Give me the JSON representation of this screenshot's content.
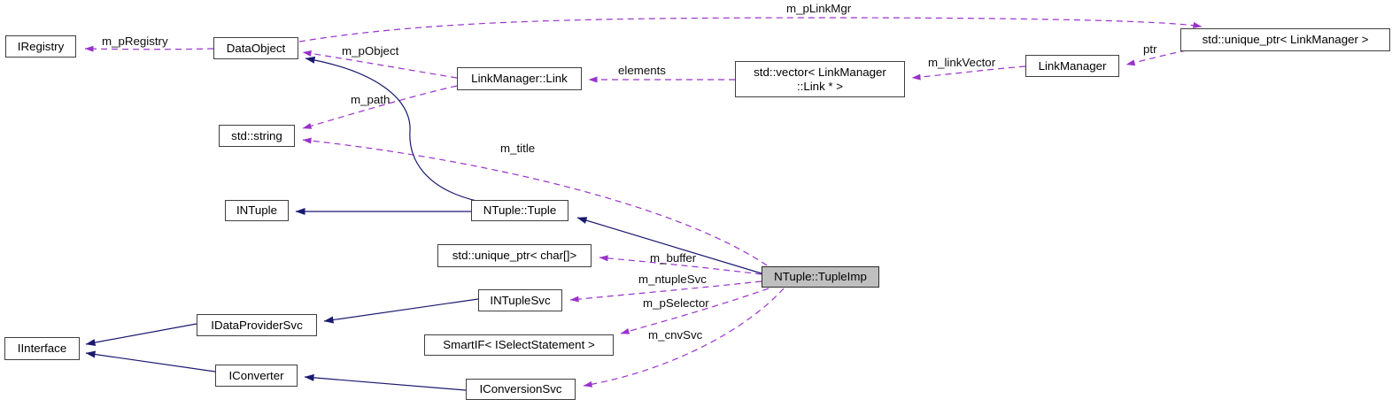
{
  "diagram": {
    "nodes": {
      "iregistry": {
        "label": "IRegistry"
      },
      "dataobject": {
        "label": "DataObject"
      },
      "linkmanager_link": {
        "label": "LinkManager::Link"
      },
      "vector_links": {
        "line1": "std::vector< LinkManager",
        "line2": "::Link * >"
      },
      "linkmanager": {
        "label": "LinkManager"
      },
      "uniqueptr_linkmanager": {
        "label": "std::unique_ptr< LinkManager >"
      },
      "stdstring": {
        "label": "std::string"
      },
      "intuple": {
        "label": "INTuple"
      },
      "ntuple_tuple": {
        "label": "NTuple::Tuple"
      },
      "uniqueptr_char": {
        "label": "std::unique_ptr< char[]>"
      },
      "ntuple_tupleimp": {
        "label": "NTuple::TupleImp"
      },
      "intuplesvc": {
        "label": "INTupleSvc"
      },
      "idataprovidersvc": {
        "label": "IDataProviderSvc"
      },
      "smartif": {
        "label": "SmartIF< ISelectStatement >"
      },
      "iinterface": {
        "label": "IInterface"
      },
      "iconverter": {
        "label": "IConverter"
      },
      "iconversionsvc": {
        "label": "IConversionSvc"
      }
    },
    "edge_labels": {
      "m_pRegistry": "m_pRegistry",
      "m_pLinkMgr": "m_pLinkMgr",
      "m_pObject": "m_pObject",
      "elements": "elements",
      "m_linkVector": "m_linkVector",
      "ptr": "ptr",
      "m_path": "m_path",
      "m_title": "m_title",
      "m_buffer": "m_buffer",
      "m_ntupleSvc": "m_ntupleSvc",
      "m_pSelector": "m_pSelector",
      "m_cnvSvc": "m_cnvSvc"
    },
    "colors": {
      "usage_edge": "#9a32cd",
      "inheritance_edge": "#191970",
      "node_fill": "#ffffff",
      "node_border": "#3f3f3f",
      "highlighted_node_fill": "#bfbfbf",
      "text": "#000000",
      "background": "#ffffff"
    }
  }
}
